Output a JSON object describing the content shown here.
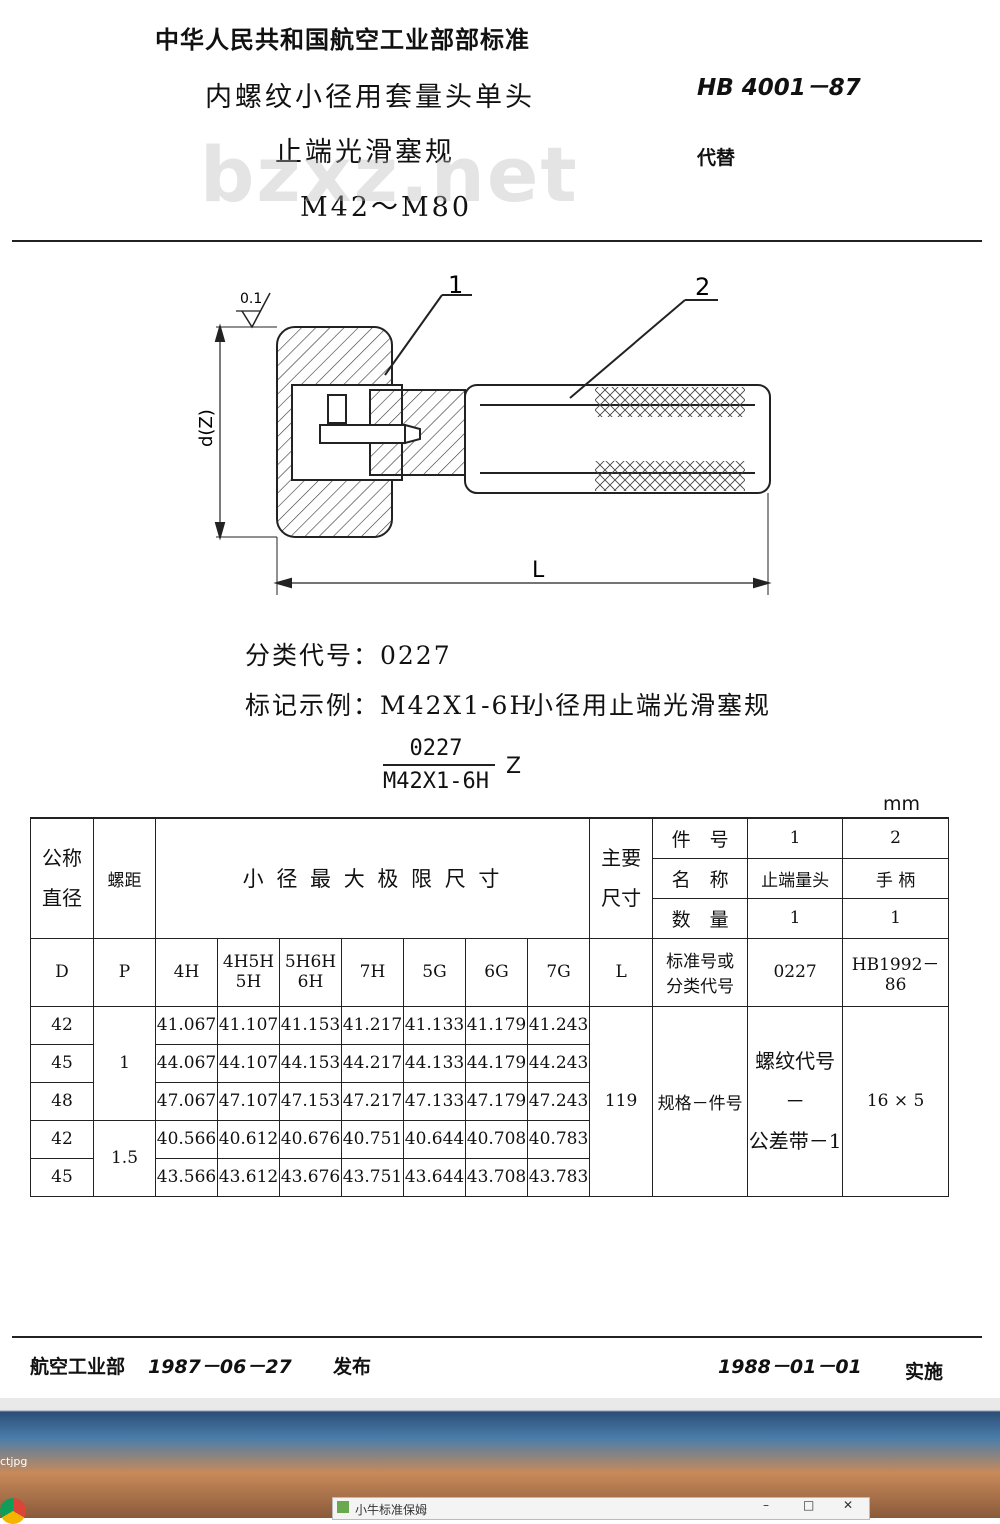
{
  "header": {
    "org_title": "中华人民共和国航空工业部部标准",
    "name_line1": "内螺纹小径用套量头单头",
    "name_line2": "止端光滑塞规",
    "name_line3": "M42～M80",
    "std_number": "HB 4001－87",
    "replaces_label": "代替",
    "watermark": "bzxz.net"
  },
  "drawing": {
    "label_part1": "1",
    "label_part2": "2",
    "roughness": "0.1",
    "dim_d": "d(Z)",
    "dim_L": "L"
  },
  "info": {
    "class_code": "分类代号：0227",
    "marking_example": "标记示例：M42X1-6H",
    "marking_desc": "小径用止端光滑塞规",
    "frac_num": "0227",
    "frac_den": "M42X1-6H",
    "frac_suffix": "Z",
    "unit": "mm"
  },
  "table": {
    "h_nominal_a": "公称",
    "h_nominal_b": "直径",
    "h_pitch": "螺距",
    "h_minor": "小 径 最 大 极 限 尺 寸",
    "h_main_a": "主要",
    "h_main_b": "尺寸",
    "h_part_no": "件　号",
    "h_name": "名　称",
    "h_qty": "数　量",
    "h_std_a": "标准号或",
    "h_std_b": "分类代号",
    "part1_no": "1",
    "part2_no": "2",
    "part1_name": "止端量头",
    "part2_name": "手 柄",
    "part1_qty": "1",
    "part2_qty": "1",
    "part1_std": "0227",
    "part2_std": "HB1992－86",
    "sym_D": "D",
    "sym_P": "P",
    "sym_L": "L",
    "cols": [
      "4H",
      "4H5H",
      "5H",
      "5H6H",
      "6H",
      "7H",
      "5G",
      "6G",
      "7G"
    ],
    "rows": [
      {
        "d": "42",
        "v": [
          "41.067",
          "41.107",
          "41.153",
          "41.217",
          "41.133",
          "41.179",
          "41.243"
        ]
      },
      {
        "d": "45",
        "v": [
          "44.067",
          "44.107",
          "44.153",
          "44.217",
          "44.133",
          "44.179",
          "44.243"
        ]
      },
      {
        "d": "48",
        "v": [
          "47.067",
          "47.107",
          "47.153",
          "47.217",
          "47.133",
          "47.179",
          "47.243"
        ]
      },
      {
        "d": "42",
        "v": [
          "40.566",
          "40.612",
          "40.676",
          "40.751",
          "40.644",
          "40.708",
          "40.783"
        ]
      },
      {
        "d": "45",
        "v": [
          "43.566",
          "43.612",
          "43.676",
          "43.751",
          "43.644",
          "43.708",
          "43.783"
        ]
      }
    ],
    "pitch_1": "1",
    "pitch_15": "1.5",
    "L_value": "119",
    "spec_label": "规格－件号",
    "part1_spec_a": "螺纹代号－",
    "part1_spec_b": "公差带－1",
    "part2_spec": "16 × 5"
  },
  "footer": {
    "issuer": "航空工业部",
    "issue_date": "1987－06－27",
    "issued": "发布",
    "impl_date": "1988－01－01",
    "implemented": "实施"
  },
  "desktop": {
    "filename": "ctjpg",
    "taskbar_title": "小牛标准保姆"
  }
}
